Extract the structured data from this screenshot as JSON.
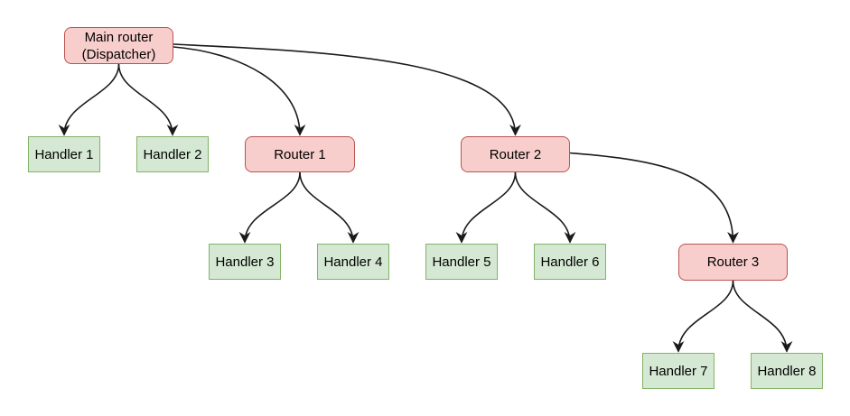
{
  "styles": {
    "router_fill": "#f8cecc",
    "router_border": "#b85450",
    "handler_fill": "#d5e8d4",
    "handler_border": "#82b366",
    "edge_color": "#1a1a1a",
    "text_color": "#000000"
  },
  "nodes": [
    {
      "id": "main-router",
      "label": "Main router\n(Dispatcher)",
      "type": "router"
    },
    {
      "id": "handler-1",
      "label": "Handler 1",
      "type": "handler"
    },
    {
      "id": "handler-2",
      "label": "Handler 2",
      "type": "handler"
    },
    {
      "id": "router-1",
      "label": "Router 1",
      "type": "router"
    },
    {
      "id": "router-2",
      "label": "Router 2",
      "type": "router"
    },
    {
      "id": "handler-3",
      "label": "Handler 3",
      "type": "handler"
    },
    {
      "id": "handler-4",
      "label": "Handler 4",
      "type": "handler"
    },
    {
      "id": "handler-5",
      "label": "Handler 5",
      "type": "handler"
    },
    {
      "id": "handler-6",
      "label": "Handler 6",
      "type": "handler"
    },
    {
      "id": "router-3",
      "label": "Router 3",
      "type": "router"
    },
    {
      "id": "handler-7",
      "label": "Handler 7",
      "type": "handler"
    },
    {
      "id": "handler-8",
      "label": "Handler 8",
      "type": "handler"
    }
  ],
  "edges": [
    {
      "from": "main-router",
      "to": "handler-1"
    },
    {
      "from": "main-router",
      "to": "handler-2"
    },
    {
      "from": "main-router",
      "to": "router-1"
    },
    {
      "from": "main-router",
      "to": "router-2"
    },
    {
      "from": "router-1",
      "to": "handler-3"
    },
    {
      "from": "router-1",
      "to": "handler-4"
    },
    {
      "from": "router-2",
      "to": "handler-5"
    },
    {
      "from": "router-2",
      "to": "handler-6"
    },
    {
      "from": "router-2",
      "to": "router-3"
    },
    {
      "from": "router-3",
      "to": "handler-7"
    },
    {
      "from": "router-3",
      "to": "handler-8"
    }
  ]
}
